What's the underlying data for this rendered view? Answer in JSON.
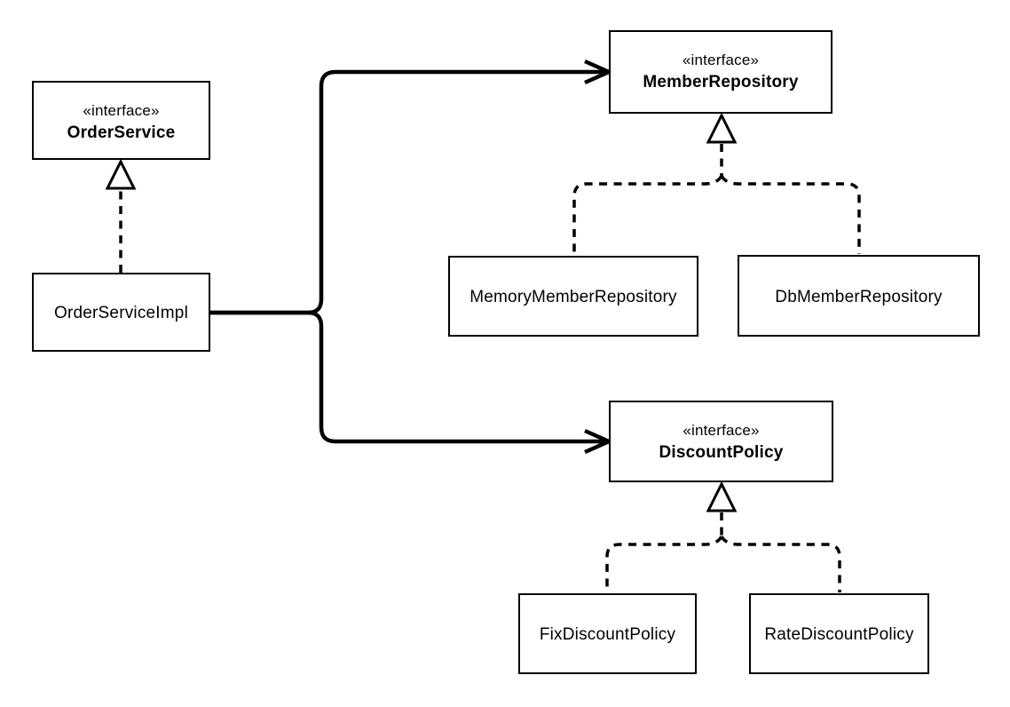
{
  "diagram": {
    "type": "uml-class-diagram",
    "colors": {
      "background": "#ffffff",
      "stroke": "#000000",
      "box_fill": "#ffffff",
      "text": "#000000"
    },
    "nodes": {
      "order_service": {
        "stereotype": "«interface»",
        "name": "OrderService",
        "kind": "interface"
      },
      "order_service_impl": {
        "name": "OrderServiceImpl",
        "kind": "class"
      },
      "member_repository": {
        "stereotype": "«interface»",
        "name": "MemberRepository",
        "kind": "interface"
      },
      "memory_member_repository": {
        "name": "MemoryMemberRepository",
        "kind": "class"
      },
      "db_member_repository": {
        "name": "DbMemberRepository",
        "kind": "class"
      },
      "discount_policy": {
        "stereotype": "«interface»",
        "name": "DiscountPolicy",
        "kind": "interface"
      },
      "fix_discount_policy": {
        "name": "FixDiscountPolicy",
        "kind": "class"
      },
      "rate_discount_policy": {
        "name": "RateDiscountPolicy",
        "kind": "class"
      }
    },
    "relationships": [
      {
        "from": "OrderServiceImpl",
        "to": "OrderService",
        "type": "realization",
        "line": "dashed",
        "arrow": "hollow-triangle"
      },
      {
        "from": "OrderServiceImpl",
        "to": "MemberRepository",
        "type": "dependency",
        "line": "solid",
        "arrow": "open"
      },
      {
        "from": "OrderServiceImpl",
        "to": "DiscountPolicy",
        "type": "dependency",
        "line": "solid",
        "arrow": "open"
      },
      {
        "from": "MemoryMemberRepository",
        "to": "MemberRepository",
        "type": "realization",
        "line": "dashed",
        "arrow": "hollow-triangle"
      },
      {
        "from": "DbMemberRepository",
        "to": "MemberRepository",
        "type": "realization",
        "line": "dashed",
        "arrow": "hollow-triangle"
      },
      {
        "from": "FixDiscountPolicy",
        "to": "DiscountPolicy",
        "type": "realization",
        "line": "dashed",
        "arrow": "hollow-triangle"
      },
      {
        "from": "RateDiscountPolicy",
        "to": "DiscountPolicy",
        "type": "realization",
        "line": "dashed",
        "arrow": "hollow-triangle"
      }
    ]
  }
}
